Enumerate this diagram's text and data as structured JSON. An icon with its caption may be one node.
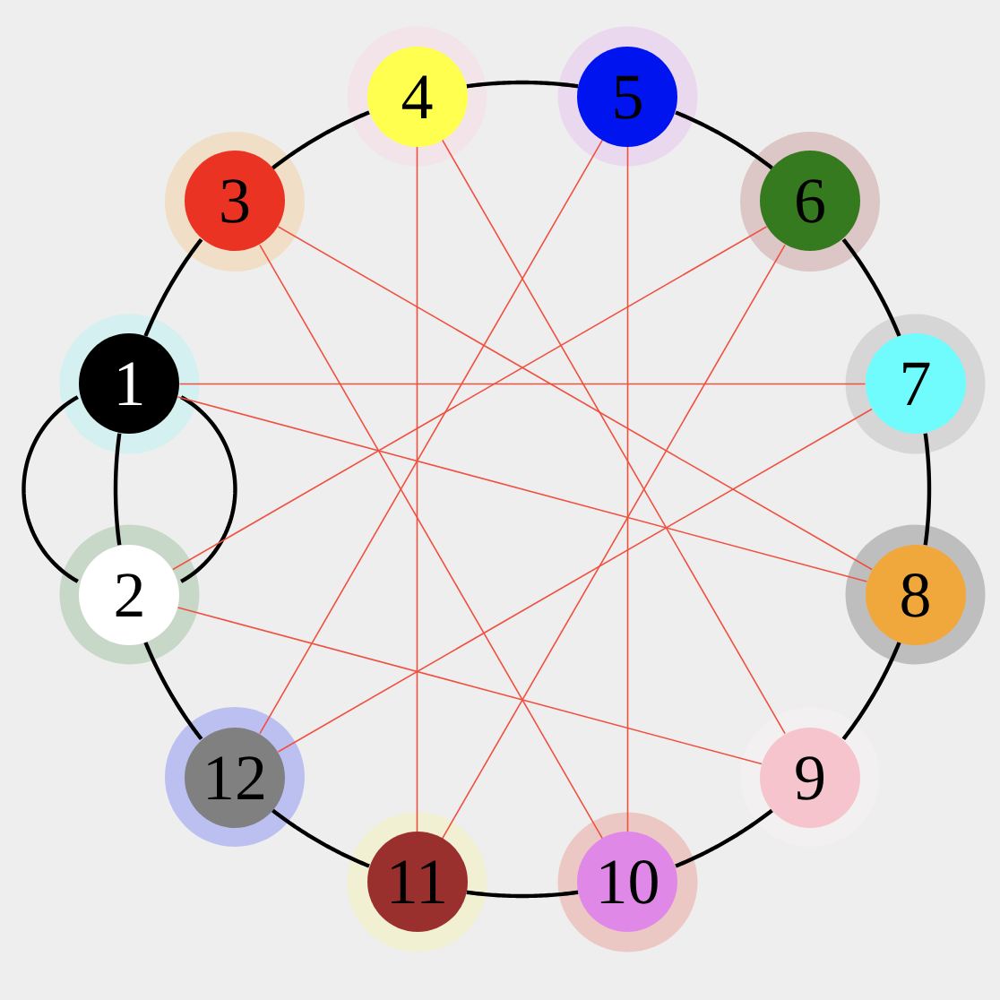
{
  "diagram": {
    "nodes": [
      {
        "text": [
          "1"
        ]
      },
      {
        "text": [
          "2"
        ]
      },
      {
        "text": [
          "3"
        ]
      },
      {
        "text": [
          "4"
        ]
      },
      {
        "text": [
          "5"
        ]
      },
      {
        "text": [
          "6"
        ]
      },
      {
        "text": [
          "7"
        ]
      },
      {
        "text": [
          "8"
        ]
      },
      {
        "text": [
          "9"
        ]
      },
      {
        "text": [
          "10"
        ]
      },
      {
        "text": [
          "11"
        ]
      },
      {
        "text": [
          "12"
        ]
      }
    ],
    "edges": [
      {
        "from": 0,
        "to": 2,
        "arrow": "none"
      },
      {
        "from": 2,
        "to": 3,
        "arrow": "none"
      },
      {
        "from": 3,
        "to": 4,
        "arrow": "none"
      },
      {
        "from": 4,
        "to": 5,
        "arrow": "none"
      },
      {
        "from": 5,
        "to": 6,
        "arrow": "none"
      },
      {
        "from": 6,
        "to": 7,
        "arrow": "none"
      },
      {
        "from": 7,
        "to": 8,
        "arrow": "none"
      },
      {
        "from": 8,
        "to": 9,
        "arrow": "none"
      },
      {
        "from": 9,
        "to": 10,
        "arrow": "none"
      },
      {
        "from": 10,
        "to": 11,
        "arrow": "none"
      },
      {
        "from": 11,
        "to": 1,
        "arrow": "none"
      },
      {
        "from": 1,
        "to": 0,
        "arrow": "none"
      },
      {
        "from": 0,
        "to": 1,
        "arrow": "none"
      },
      {
        "from": 0,
        "to": 1,
        "arrow": "none"
      },
      {
        "from": 0,
        "to": 6,
        "arrow": "none",
        "color": "#f05040"
      },
      {
        "from": 0,
        "to": 7,
        "arrow": "none",
        "color": "#f05040"
      },
      {
        "from": 1,
        "to": 8,
        "arrow": "none",
        "color": "#f05040"
      },
      {
        "from": 1,
        "to": 5,
        "arrow": "none",
        "color": "#f05040"
      },
      {
        "from": 2,
        "to": 7,
        "arrow": "none",
        "color": "#f05040"
      },
      {
        "from": 2,
        "to": 9,
        "arrow": "none",
        "color": "#f05040"
      },
      {
        "from": 3,
        "to": 10,
        "arrow": "none",
        "color": "#f05040"
      },
      {
        "from": 3,
        "to": 8,
        "arrow": "none",
        "color": "#f05040"
      },
      {
        "from": 4,
        "to": 9,
        "arrow": "none",
        "color": "#f05040"
      },
      {
        "from": 4,
        "to": 11,
        "arrow": "none",
        "color": "#f05040"
      },
      {
        "from": 5,
        "to": 10,
        "arrow": "none",
        "color": "#f05040"
      },
      {
        "from": 6,
        "to": 11,
        "arrow": "none",
        "color": "#f05040"
      }
    ]
  }
}
